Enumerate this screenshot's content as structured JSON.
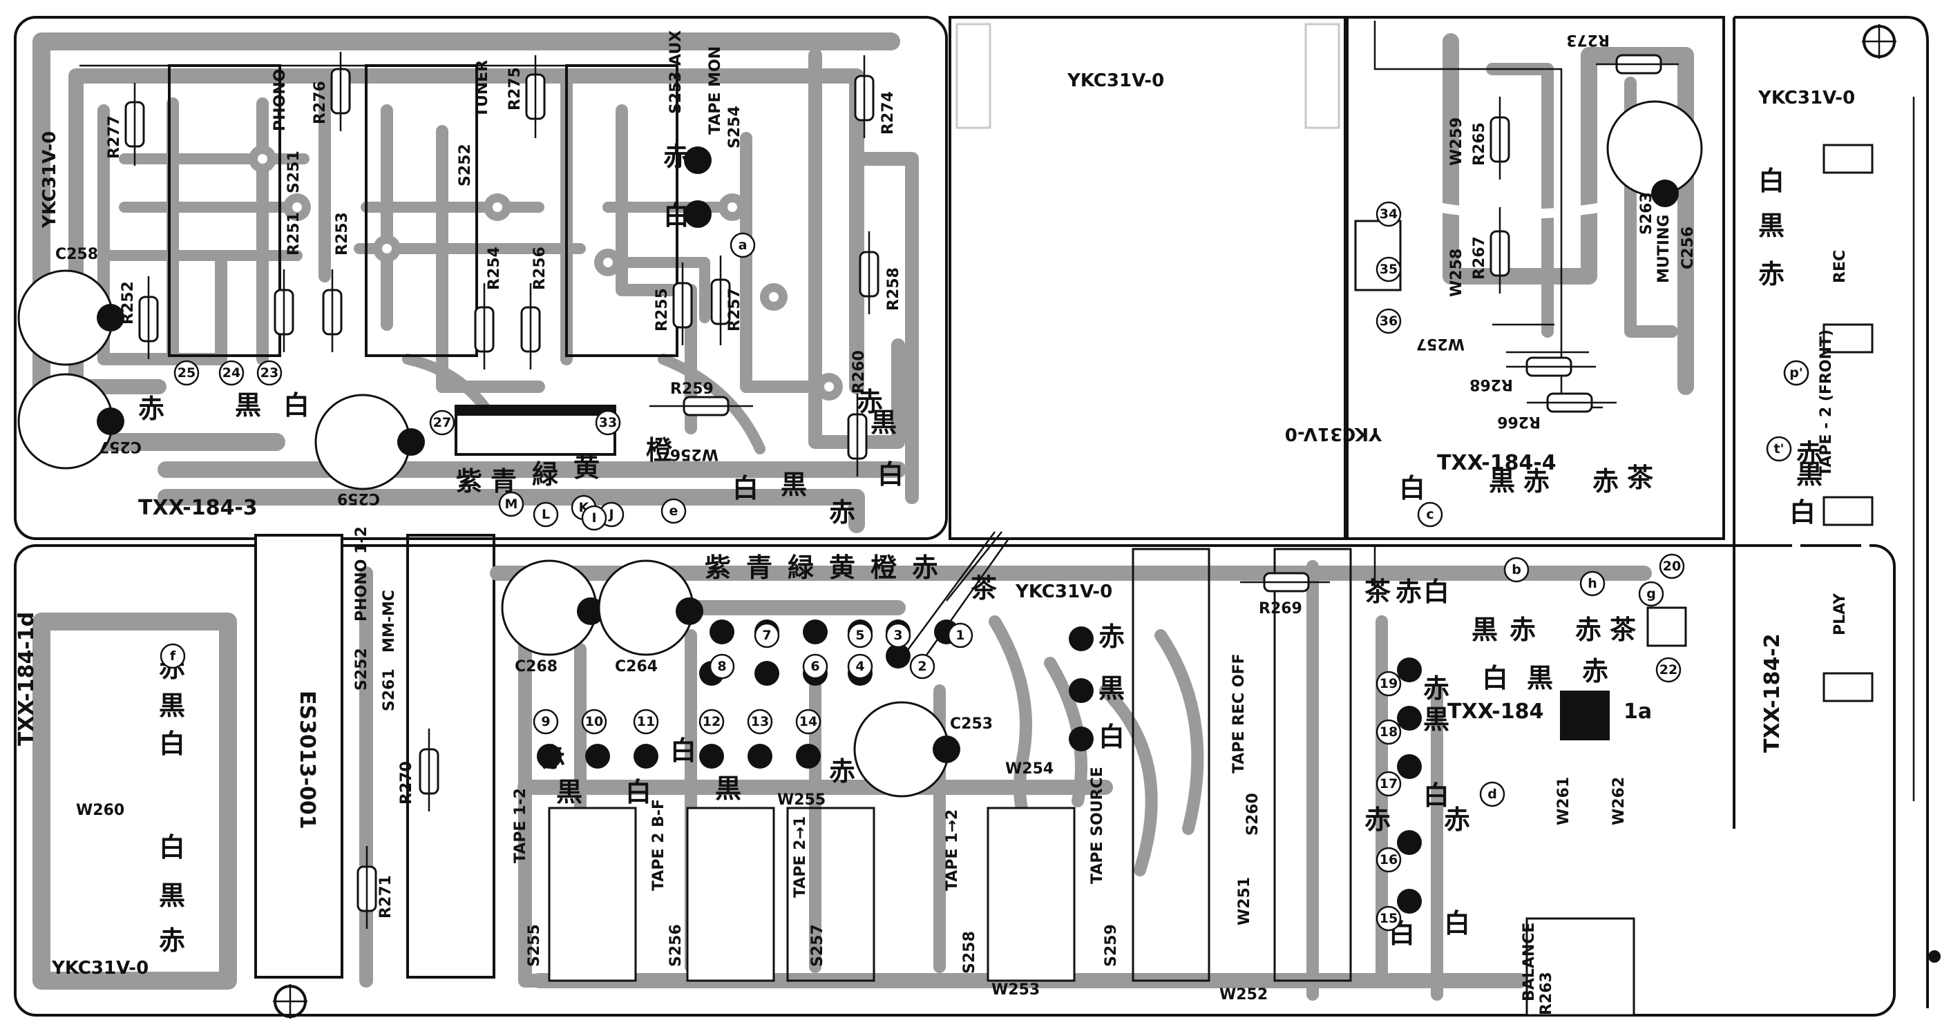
{
  "boards": {
    "top_left_id": "TXX-184-3",
    "left_lower_id": "TXX-184-1d",
    "top_right_id": "TXX-184-4",
    "right_id": "TXX-184-2",
    "center_id": "TXX-184",
    "center_suffix": "1a"
  },
  "part_codes": {
    "ykc_top_left": "YKC31V-0",
    "ykc_top_center": "YKC31V-0",
    "ykc_right": "YKC31V-0",
    "ykc_inverted": "YKC31V-0",
    "ykc_center": "YKC31V-0",
    "ykc_bottom_left": "YKC31V-0",
    "es_part": "ES3013-001"
  },
  "resistors": [
    {
      "name": "R277"
    },
    {
      "name": "R276"
    },
    {
      "name": "R275"
    },
    {
      "name": "R274"
    },
    {
      "name": "R252"
    },
    {
      "name": "R251"
    },
    {
      "name": "R253"
    },
    {
      "name": "R254"
    },
    {
      "name": "R256"
    },
    {
      "name": "R255"
    },
    {
      "name": "R257"
    },
    {
      "name": "R258"
    },
    {
      "name": "R259"
    },
    {
      "name": "R260"
    },
    {
      "name": "R273"
    },
    {
      "name": "R265"
    },
    {
      "name": "R267"
    },
    {
      "name": "R268"
    },
    {
      "name": "R266"
    },
    {
      "name": "R269"
    },
    {
      "name": "R270"
    },
    {
      "name": "R271"
    },
    {
      "name": "R263"
    }
  ],
  "capacitors": [
    {
      "name": "C258"
    },
    {
      "name": "C257"
    },
    {
      "name": "C259"
    },
    {
      "name": "C256"
    },
    {
      "name": "C268"
    },
    {
      "name": "C264"
    },
    {
      "name": "C253"
    }
  ],
  "switches": [
    {
      "name": "S251",
      "label": "PHONO"
    },
    {
      "name": "S252",
      "label": "TUNER"
    },
    {
      "name": "S253",
      "label": "AUX"
    },
    {
      "name": "S254",
      "label": "TAPE MON"
    },
    {
      "name": "S263",
      "label": "MUTING"
    },
    {
      "name": "S252",
      "label": "PHONO 1-2"
    },
    {
      "name": "S261",
      "label": "MM-MC"
    },
    {
      "name": "S255",
      "label": "TAPE 1-2"
    },
    {
      "name": "S256",
      "label": "TAPE 2 B-F"
    },
    {
      "name": "S257",
      "label": "TAPE 2→1"
    },
    {
      "name": "S258",
      "label": "TAPE 1→2"
    },
    {
      "name": "S259",
      "label": "TAPE SOURCE"
    },
    {
      "name": "S260",
      "label": "TAPE REC OFF"
    }
  ],
  "wires": [
    "W259",
    "W258",
    "W257",
    "W256",
    "W260",
    "W254",
    "W255",
    "W253",
    "W251",
    "W252",
    "W261",
    "W262"
  ],
  "connectors": {
    "rec": "REC",
    "tape_front": "TAPE - 2 (FRONT)",
    "play": "PLAY",
    "balance": "BALANCE"
  },
  "colors_jp": {
    "red": "赤",
    "white": "白",
    "black": "黒",
    "purple": "紫",
    "blue": "青",
    "green": "緑",
    "yellow": "黄",
    "orange": "橙",
    "brown": "茶"
  },
  "pin_numbers": [
    "25",
    "24",
    "23",
    "27",
    "33",
    "34",
    "35",
    "36",
    "20",
    "22",
    "19",
    "18",
    "17",
    "16",
    "15",
    "9",
    "10",
    "11",
    "12",
    "13",
    "14",
    "1",
    "2",
    "3",
    "4",
    "5",
    "6",
    "7",
    "8"
  ],
  "pin_letters": [
    "M",
    "L",
    "K",
    "J",
    "I",
    "e",
    "a",
    "b",
    "c",
    "d",
    "f",
    "g",
    "h",
    "p",
    "p'",
    "t'"
  ],
  "colors": {
    "trace": "#9a9a9a",
    "ink": "#111111",
    "paper": "#ffffff"
  }
}
